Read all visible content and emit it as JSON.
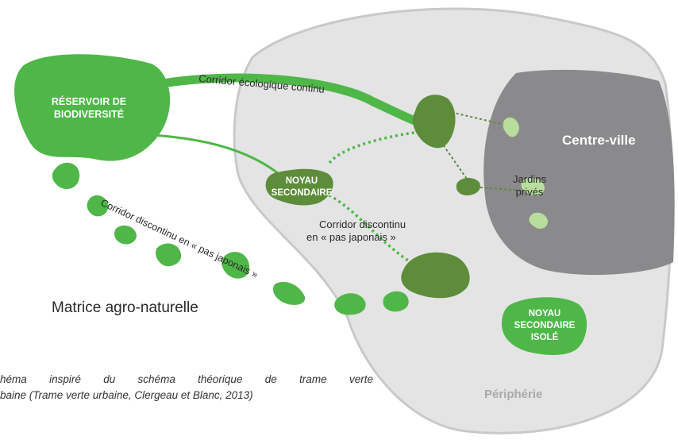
{
  "labels": {
    "reservoir_line1": "RÉSERVOIR DE",
    "reservoir_line2": "BIODIVERSITÉ",
    "corridor_continu": "Corridor écologique continu",
    "centre_ville": "Centre-ville",
    "jardins_line1": "Jardins",
    "jardins_line2": "privés",
    "noyau_line1": "NOYAU",
    "noyau_line2": "SECONDAIRE",
    "corridor_disc_line1": "Corridor discontinu",
    "corridor_disc_line2": "en « pas japonais »",
    "corridor_disc_diag": "Corridor discontinu en « pas japonais »",
    "matrice": "Matrice agro-naturelle",
    "noyau_isole_line1": "NOYAU",
    "noyau_isole_line2": "SECONDAIRE",
    "noyau_isole_line3": "ISOLÉ",
    "peripherie": "Périphérie"
  },
  "caption": {
    "line1": "héma inspiré du schéma théorique de trame verte",
    "line2": "baine (Trame verte urbaine, Clergeau et Blanc, 2013)"
  },
  "colors": {
    "green_bright": "#4fb748",
    "green_dark": "#5d8c3a",
    "green_light": "#b8dd9c",
    "peripherie_fill": "#e4e4e4",
    "peripherie_stroke": "#c9c9c9",
    "centre_ville": "#8a8a8c"
  }
}
